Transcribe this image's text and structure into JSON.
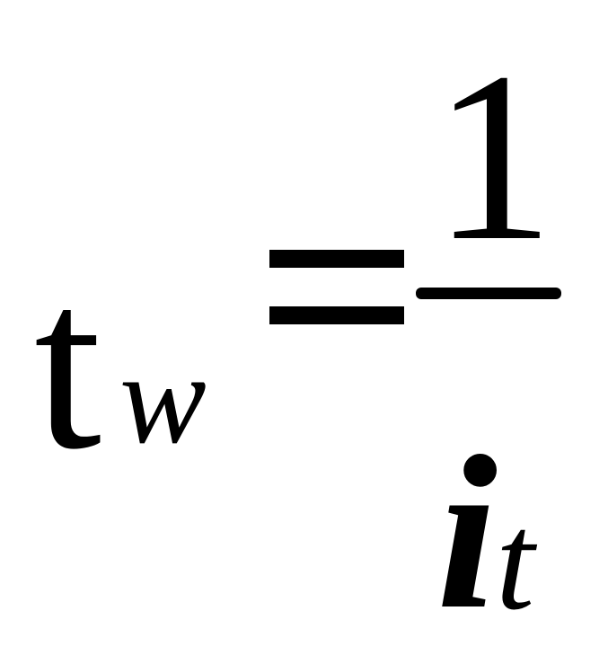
{
  "formula": {
    "lhs_base": "t",
    "lhs_subscript": "w",
    "operator": "=",
    "numerator": "1",
    "denominator_base": "i",
    "denominator_subscript": "t"
  }
}
